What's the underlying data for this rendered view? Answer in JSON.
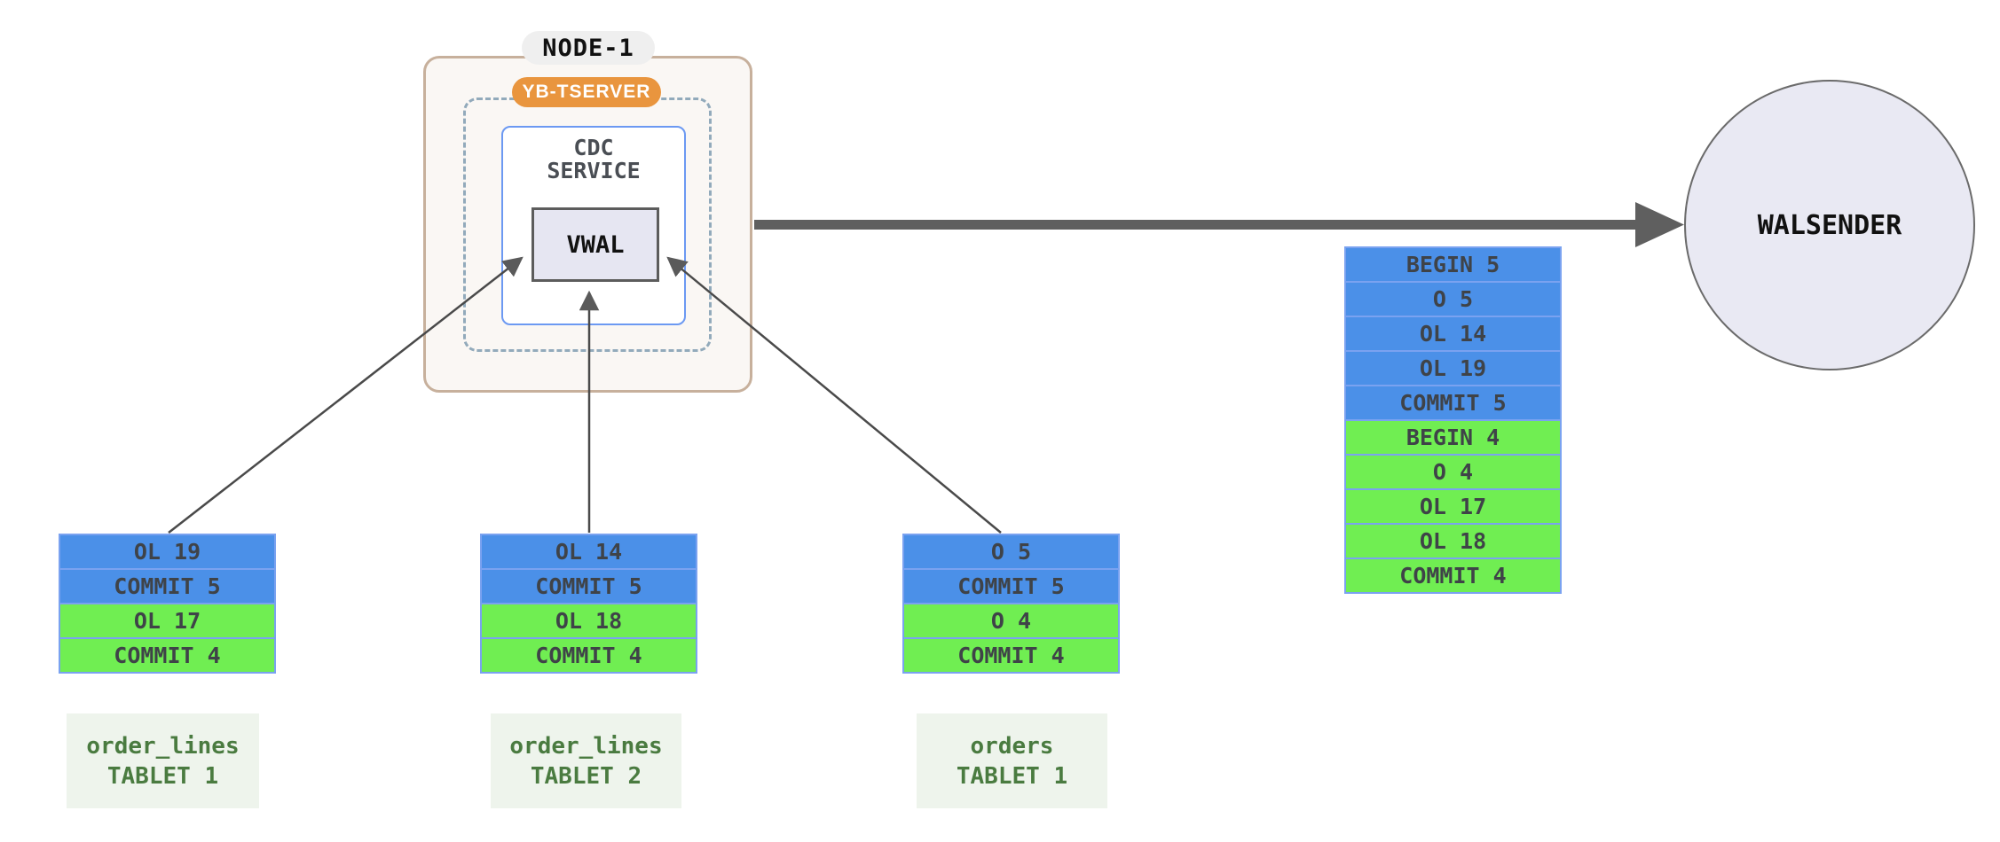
{
  "colors": {
    "blue_cell": "#4b90e8",
    "green_cell": "#70ee52",
    "cell_border": "#7aa2f0",
    "cell_text": "#3f4348",
    "node_border": "#c7b09c",
    "node_bg": "#faf7f4",
    "node_label_bg": "#efefef",
    "tserver_orange": "#e9953e",
    "dashed_border": "#92aabb",
    "cdc_border": "#6c99f2",
    "vwal_bg": "#e6e6f2",
    "vwal_border": "#5c5c5c",
    "circle_bg": "#e9e9f3",
    "circle_border": "#6b6b6b",
    "arrow_gray": "#5a5a5a",
    "tablet_label_bg": "#eef4ec",
    "tablet_label_text": "#4a7b40"
  },
  "node1": {
    "label": "NODE-1"
  },
  "yb_tserver": {
    "label": "YB-TSERVER"
  },
  "cdc_service": {
    "title_line1": "CDC",
    "title_line2": "SERVICE"
  },
  "vwal": {
    "label": "VWAL"
  },
  "walsender": {
    "label": "WALSENDER"
  },
  "merged_stream": {
    "cells": [
      {
        "label": "BEGIN 5",
        "txn": "blue"
      },
      {
        "label": "O 5",
        "txn": "blue"
      },
      {
        "label": "OL 14",
        "txn": "blue"
      },
      {
        "label": "OL 19",
        "txn": "blue"
      },
      {
        "label": "COMMIT 5",
        "txn": "blue"
      },
      {
        "label": "BEGIN 4",
        "txn": "green"
      },
      {
        "label": "O 4",
        "txn": "green"
      },
      {
        "label": "OL 17",
        "txn": "green"
      },
      {
        "label": "OL 18",
        "txn": "green"
      },
      {
        "label": "COMMIT 4",
        "txn": "green"
      }
    ]
  },
  "tablets": [
    {
      "table": "order_lines",
      "tablet": "TABLET 1",
      "cells": [
        {
          "label": "OL 19",
          "txn": "blue"
        },
        {
          "label": "COMMIT 5",
          "txn": "blue"
        },
        {
          "label": "OL 17",
          "txn": "green"
        },
        {
          "label": "COMMIT 4",
          "txn": "green"
        }
      ]
    },
    {
      "table": "order_lines",
      "tablet": "TABLET 2",
      "cells": [
        {
          "label": "OL 14",
          "txn": "blue"
        },
        {
          "label": "COMMIT 5",
          "txn": "blue"
        },
        {
          "label": "OL 18",
          "txn": "green"
        },
        {
          "label": "COMMIT 4",
          "txn": "green"
        }
      ]
    },
    {
      "table": "orders",
      "tablet": "TABLET 1",
      "cells": [
        {
          "label": "O 5",
          "txn": "blue"
        },
        {
          "label": "COMMIT 5",
          "txn": "blue"
        },
        {
          "label": "O 4",
          "txn": "green"
        },
        {
          "label": "COMMIT 4",
          "txn": "green"
        }
      ]
    }
  ]
}
